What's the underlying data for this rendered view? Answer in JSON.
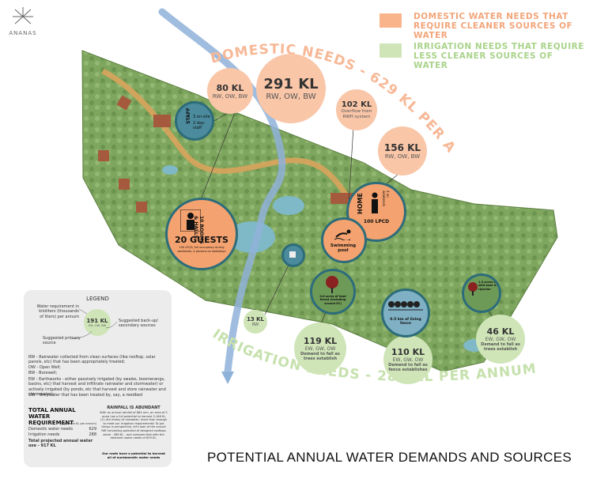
{
  "brand": {
    "name": "ANANAS"
  },
  "header": {
    "legend_domestic": "DOMESTIC WATER NEEDS THAT REQUIRE CLEANER SOURCES OF WATER",
    "legend_irrigation": "IRRIGATION NEEDS THAT REQUIRE LESS CLEANER SOURCES OF WATER"
  },
  "arcs": {
    "domestic": "DOMESTIC NEEDS - 629 KL PER ANNUM",
    "irrigation": "IRRIGATION NEEDS - 288 KL PER ANNUM"
  },
  "bubbles": {
    "b80": {
      "value": "80 KL",
      "src": "RW, OW, BW"
    },
    "b291": {
      "value": "291 KL",
      "src": "RW, OW, BW"
    },
    "b102": {
      "value": "102 KL",
      "note": "Overflow from RWH system"
    },
    "b156": {
      "value": "156 KL",
      "src": "RW, OW, BW"
    },
    "b13": {
      "value": "13 KL",
      "src": "RW"
    },
    "b119": {
      "value": "119 KL",
      "src": "EW, GW, OW",
      "note": "Demand to fall as trees establish"
    },
    "b110": {
      "value": "110 KL",
      "src": "EW, GW, OW",
      "note": "Demand to fall as fence establishes"
    },
    "b46": {
      "value": "46 KL",
      "src": "EW, GW, OW",
      "note": "Demand to fall as trees establish"
    }
  },
  "photos": {
    "staff": {
      "title": "STAFF",
      "l1": "3 on-site",
      "l2": "2 day-staff"
    },
    "guests": {
      "title": "20 GUESTS",
      "side": "10 ROOMS & HALLS",
      "note": "100 LPCD, full occupancy during weekends, 4 persons on weekdays"
    },
    "home": {
      "title": "HOME",
      "side": "4 on weekends",
      "lpcd": "100 LPCD"
    },
    "pool": {
      "title": "Swimming pool"
    },
    "food": {
      "label": "0.8 acres of food forest (including around EC)"
    },
    "fence": {
      "label": "0.5 km of living fence"
    },
    "wild": {
      "label": "1.9 acres of wild zone & riparian"
    }
  },
  "legend": {
    "title": "LEGEND",
    "sample_value": "191 KL",
    "sample_src": "EW, OW, BW",
    "req_text": "Water requirement in kiloliters (thousands of liters) per annum",
    "backup_text": "Suggested back-up/ secondary sources",
    "primary_text": "Suggested primary source",
    "rw": "RW - Rainwater collected from clean surfaces (like rooftop, solar panels, etc) that has been appropriately treated;",
    "ow": "OW - Open Well;",
    "bw": "BW - Borewell;",
    "ew": "EW - Earthworks - either passively irrigated (by swales, boomerangs, basins, etc) that harvest and infiltrate rainwater and stormwater) or actively irrigated (by ponds, etc that harvest and store rainwater and stormwater);",
    "gw": "GW - Greywater that has been treated by, say, a reedbed",
    "total_title": "TOTAL ANNUAL WATER REQUIREMENT",
    "total_sub": "(Figures in KL per annum)",
    "domestic_label": "Domestic water needs",
    "domestic_val": "629",
    "irrigation_label": "Irrigation needs",
    "irrigation_val": "288",
    "total_label": "Total projected annual water use - 917 KL",
    "rain_title": "RAINFALL IS ABUNDANT",
    "rain_text": "With an annual rainfall of 884 mm, an area of 5 acres has a full potential to harvest 3,166 KL (11.4th times) of rainwater; more than enough to meet our irrigation requirements! To put things in perspective, let's look at the annual RW harvesting potential of designed rooftops alone - 488 KL - and compare that with the domestic water needs of 629 KL.",
    "rain_bold": "Our roofs have a potential to harvest all of ourdomestic water needs"
  },
  "footer": {
    "title": "POTENTIAL ANNUAL WATER DEMANDS AND SOURCES"
  },
  "colors": {
    "domestic": "#f9b48c",
    "irrigation": "#cfe5b8",
    "river": "#8fb2d9",
    "land": "#8ab06a"
  }
}
